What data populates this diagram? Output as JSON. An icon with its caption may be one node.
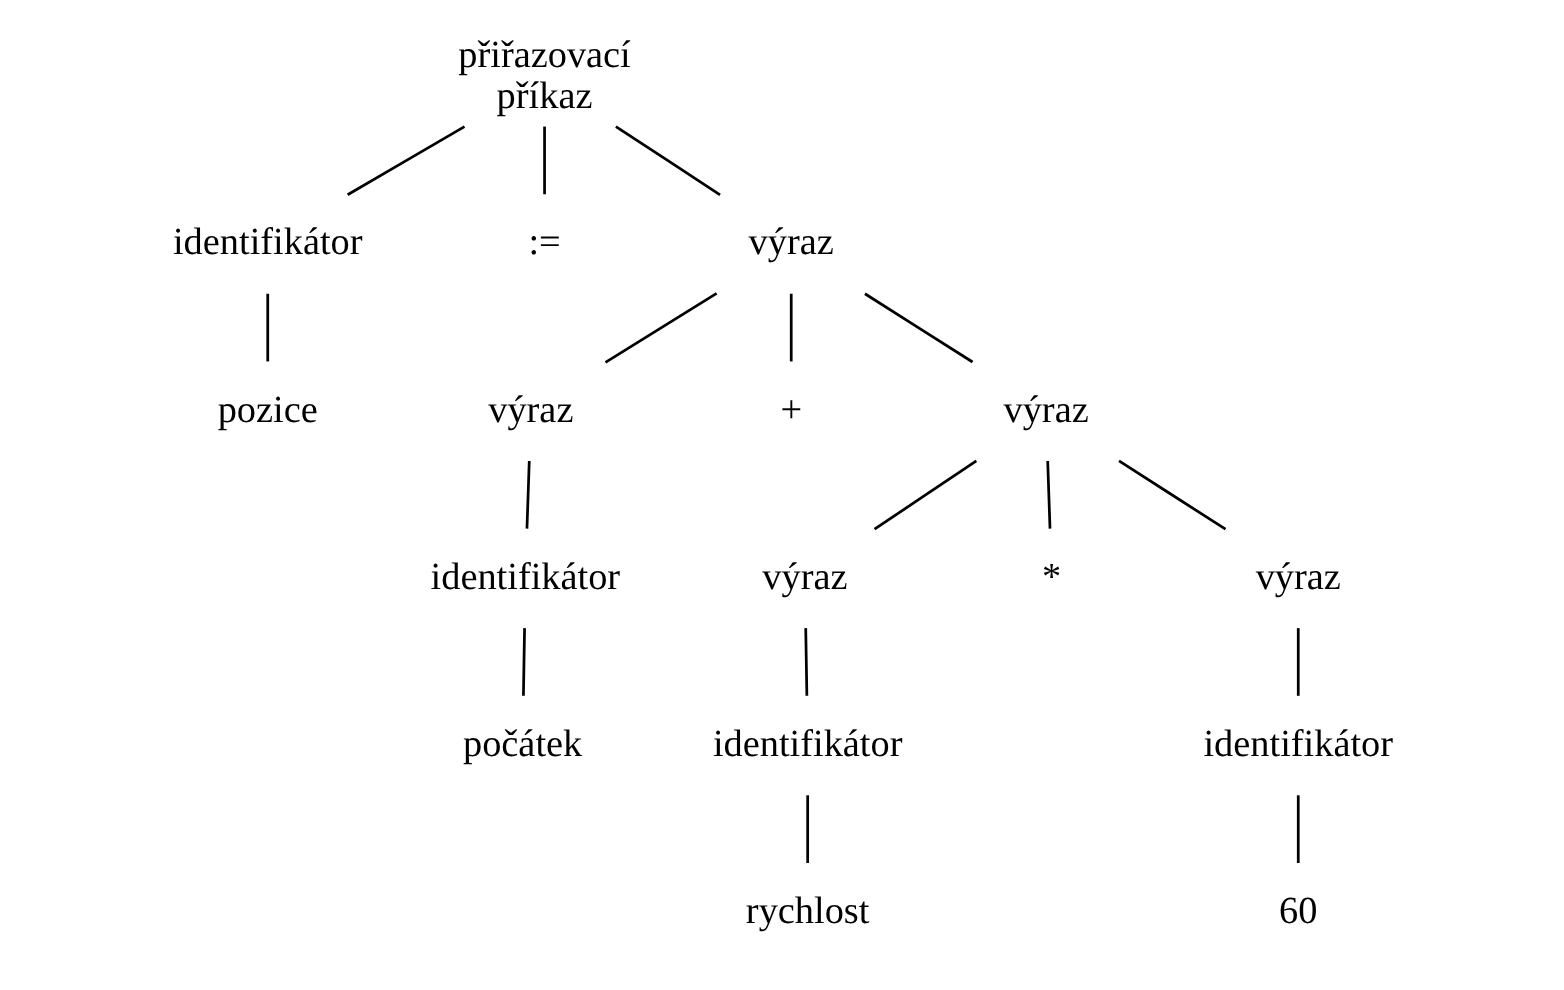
{
  "diagram": {
    "nodes": [
      {
        "text": [
          "přiřazovací příkaz"
        ]
      },
      {
        "text": [
          "identifikátor"
        ]
      },
      {
        "text": [
          ":="
        ]
      },
      {
        "text": [
          "výraz"
        ]
      },
      {
        "text": [
          "pozice"
        ]
      },
      {
        "text": [
          "výraz"
        ]
      },
      {
        "text": [
          "+"
        ]
      },
      {
        "text": [
          "výraz"
        ]
      },
      {
        "text": [
          "identifikátor"
        ]
      },
      {
        "text": [
          "výraz"
        ]
      },
      {
        "text": [
          "*"
        ]
      },
      {
        "text": [
          "výraz"
        ]
      },
      {
        "text": [
          "počátek"
        ]
      },
      {
        "text": [
          "identifikátor"
        ]
      },
      {
        "text": [
          "identifikátor"
        ]
      },
      {
        "text": [
          "rychlost"
        ]
      },
      {
        "text": [
          "60"
        ]
      }
    ],
    "edges": [
      {
        "from": 0,
        "to": 1,
        "arrow": "none"
      },
      {
        "from": 0,
        "to": 2,
        "arrow": "none"
      },
      {
        "from": 0,
        "to": 3,
        "arrow": "none"
      },
      {
        "from": 1,
        "to": 4,
        "arrow": "none"
      },
      {
        "from": 3,
        "to": 5,
        "arrow": "none"
      },
      {
        "from": 3,
        "to": 6,
        "arrow": "none"
      },
      {
        "from": 3,
        "to": 7,
        "arrow": "none"
      },
      {
        "from": 5,
        "to": 8,
        "arrow": "none"
      },
      {
        "from": 7,
        "to": 9,
        "arrow": "none"
      },
      {
        "from": 7,
        "to": 10,
        "arrow": "none"
      },
      {
        "from": 7,
        "to": 11,
        "arrow": "none"
      },
      {
        "from": 8,
        "to": 12,
        "arrow": "none"
      },
      {
        "from": 9,
        "to": 13,
        "arrow": "none"
      },
      {
        "from": 11,
        "to": 14,
        "arrow": "none"
      },
      {
        "from": 13,
        "to": 15,
        "arrow": "none"
      },
      {
        "from": 14,
        "to": 16,
        "arrow": "none"
      }
    ]
  }
}
